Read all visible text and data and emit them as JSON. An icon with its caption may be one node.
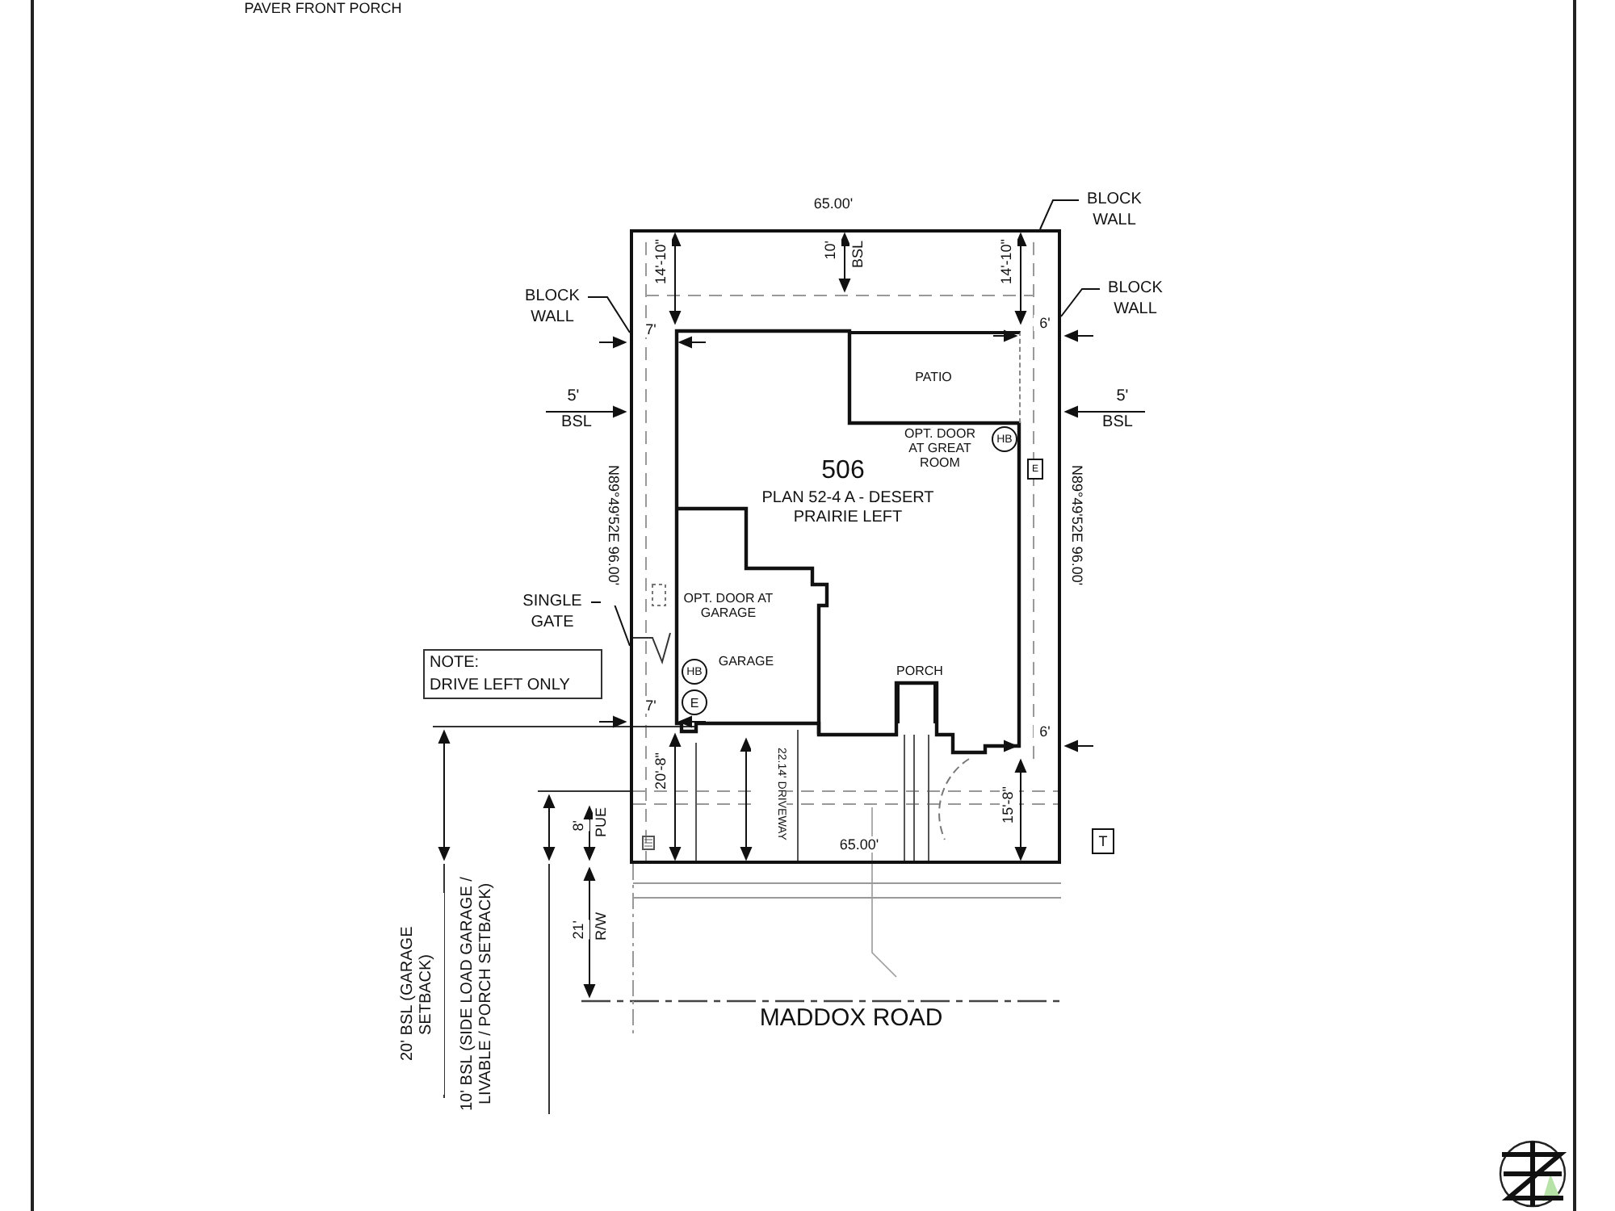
{
  "diagram": {
    "nodes": [
      {
        "text": [],
        "shape": "box"
      },
      {
        "text": [
          "506",
          "PLAN 52-4 A - DESERT PRAIRIE LEFT"
        ],
        "in": 0
      },
      {
        "text": [
          "PATIO"
        ],
        "in": 0
      },
      {
        "text": [
          "PORCH"
        ],
        "in": 1
      },
      {
        "text": [
          "NOTE:",
          "DRIVE LEFT ONLY"
        ]
      },
      {
        "text": [
          "BLOCK WALL"
        ]
      },
      {
        "text": [
          "BLOCK WALL"
        ]
      },
      {
        "text": [
          "BLOCK WALL"
        ]
      },
      {
        "text": [
          "SINGLE GATE"
        ]
      },
      {
        "text": [
          "HB"
        ],
        "in": 1
      },
      {
        "text": [
          "E"
        ],
        "in": 0
      },
      {
        "text": [
          "HB"
        ],
        "in": 1
      },
      {
        "text": [
          "E"
        ],
        "in": 1
      },
      {
        "text": [
          "T"
        ]
      }
    ],
    "edges": [
      {
        "from": 5,
        "to": 0,
        "arrow": "none"
      },
      {
        "from": 6,
        "to": 0,
        "arrow": "none"
      },
      {
        "from": 7,
        "to": 0,
        "arrow": "none"
      },
      {
        "from": 8,
        "to": 0,
        "arrow": "none"
      }
    ],
    "labels": [
      "PAVER FRONT PORCH",
      "65.00'",
      "14'-10\"",
      "10'",
      "BSL",
      "14'-10\"",
      "7'",
      "6'",
      "5'",
      "BSL",
      "5'",
      "BSL",
      "N89°49'52E 96.00'",
      "N89°49'52E 96.00'",
      "OPT. DOOR AT GREAT ROOM",
      "OPT. DOOR AT GARAGE",
      "GARAGE",
      "7'",
      "6'",
      "20'-8\"",
      "22.14' DRIVEWAY",
      "8'",
      "PUE",
      "65.00'",
      "15'-8\"",
      "21'",
      "R/W",
      "MADDOX ROAD",
      "20' BSL (GARAGE SETBACK)",
      "10' BSL (SIDE LOAD GARAGE / LIVABLE / PORCH SETBACK)"
    ]
  }
}
